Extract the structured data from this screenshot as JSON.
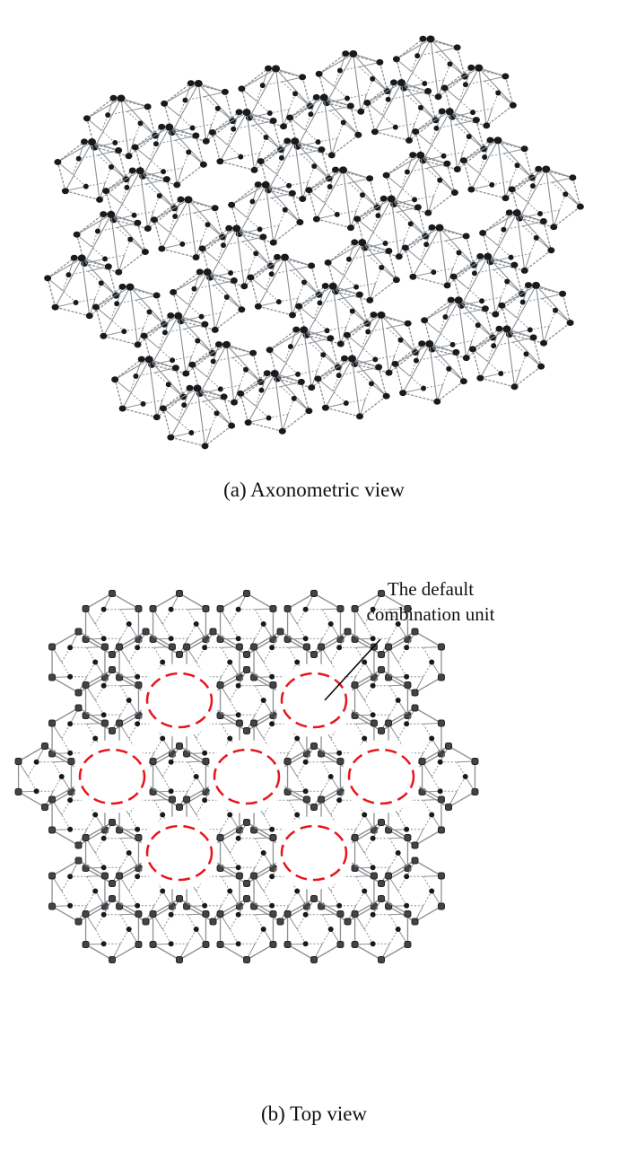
{
  "figure_a": {
    "caption": "(a) Axonometric view"
  },
  "figure_b": {
    "caption": "(b) Top view",
    "annotation_line1": "The default",
    "annotation_line2": "combination unit"
  },
  "colors": {
    "member": "#8a9096",
    "node": "#1a1a1a",
    "highlight": "#e8141b"
  }
}
